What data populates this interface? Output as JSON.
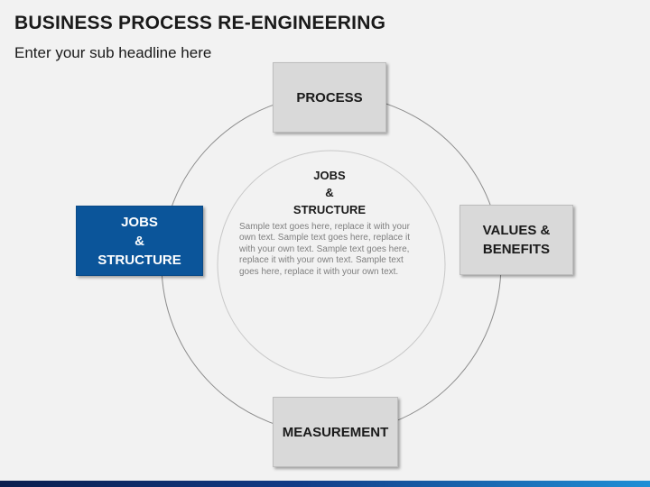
{
  "slide": {
    "title": "BUSINESS PROCESS RE-ENGINEERING",
    "subtitle": "Enter your sub headline here"
  },
  "nodes": {
    "process": "PROCESS",
    "values_benefits": "VALUES &\nBENEFITS",
    "measurement": "MEASUREMENT",
    "jobs_structure": "JOBS\n&\nSTRUCTURE"
  },
  "center": {
    "title": "JOBS\n&\nSTRUCTURE",
    "body": "Sample text goes here, replace it with your own text. Sample text goes here, replace it with your own text. Sample text goes here, replace it with your own text. Sample text goes here, replace it with your own text."
  },
  "colors": {
    "background": "#f2f2f2",
    "node_fill": "#d9d9d9",
    "active_node_fill": "#0b559a",
    "circle_stroke": "#8c8c8c",
    "inner_circle_stroke": "#c8c8c8",
    "bottom_bar_dark": "#0a1e4e",
    "bottom_bar_light": "#1f8fd6"
  }
}
